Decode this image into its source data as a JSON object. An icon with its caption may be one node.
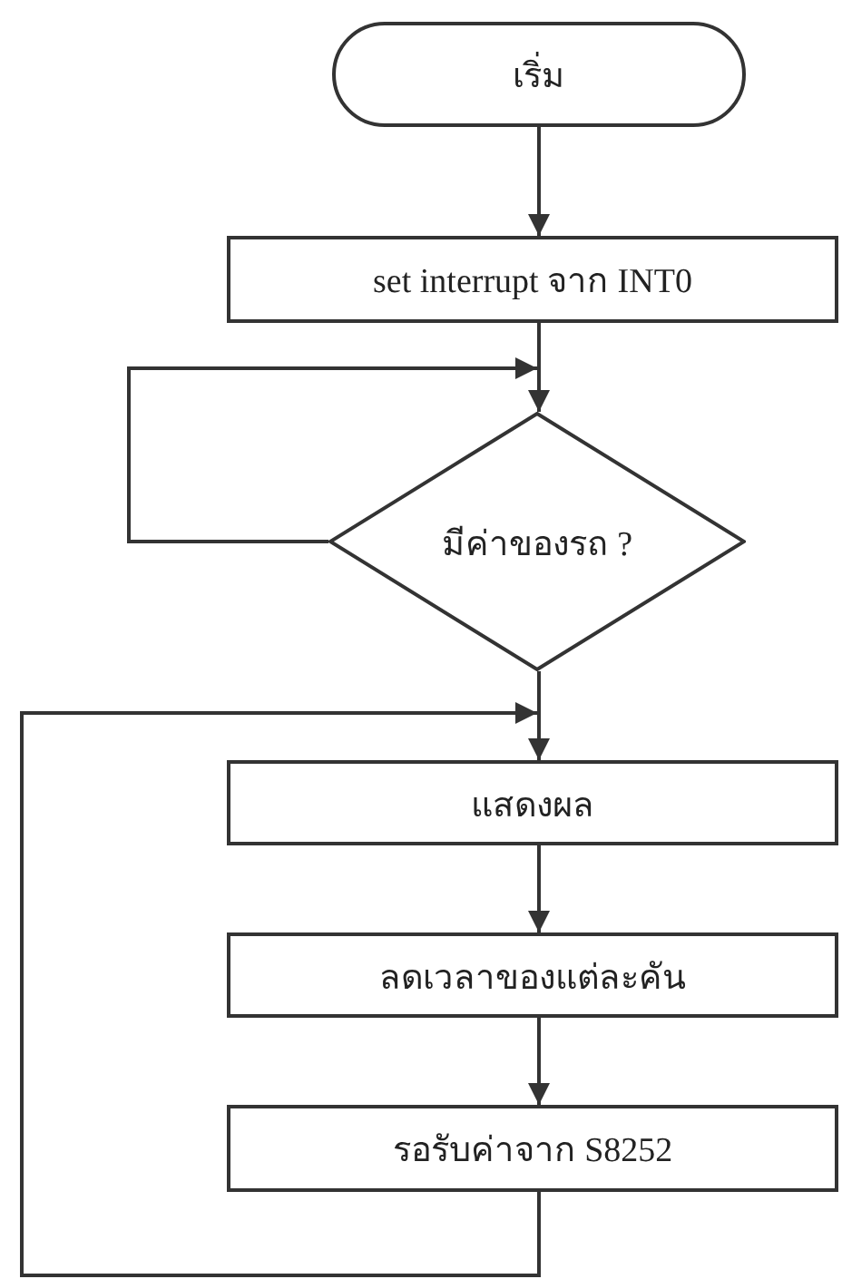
{
  "diagram": {
    "nodes": [
      {
        "text": [
          "เริ่ม"
        ]
      },
      {
        "text": [
          "set interrupt จาก INT0"
        ]
      },
      {
        "text": [
          "มีค่าของรถ ?"
        ]
      },
      {
        "text": [
          "แสดงผล"
        ]
      },
      {
        "text": [
          "ลดเวลาของแต่ละคัน"
        ]
      },
      {
        "text": [
          "รอรับค่าจาก S8252"
        ]
      }
    ],
    "edges": [
      {
        "from": 0,
        "to": 1,
        "arrow": "to"
      },
      {
        "from": 1,
        "to": 2,
        "arrow": "to"
      },
      {
        "from": 2,
        "to": 2,
        "arrow": "to"
      },
      {
        "from": 2,
        "to": 3,
        "arrow": "to"
      },
      {
        "from": 3,
        "to": 4,
        "arrow": "to"
      },
      {
        "from": 4,
        "to": 5,
        "arrow": "to"
      },
      {
        "from": 5,
        "to": 3,
        "arrow": "to"
      }
    ]
  }
}
